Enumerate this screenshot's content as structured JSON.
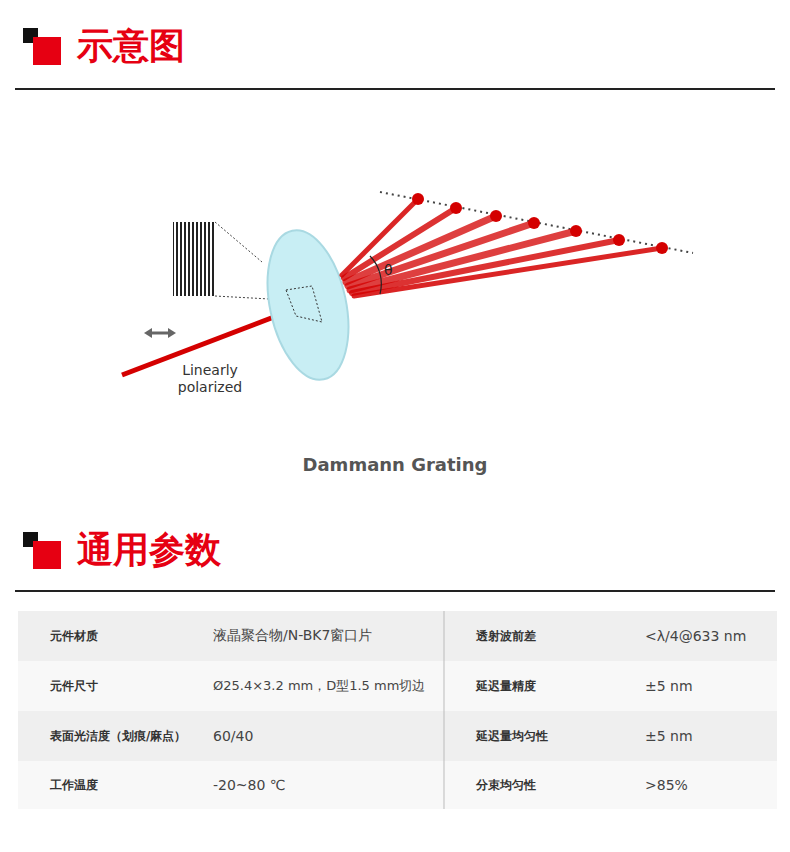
{
  "diagram": {
    "caption": "Dammann Grating",
    "labels": [
      "示意图",
      "Linearly polarized",
      "θ",
      "通用参数",
      "元件材质",
      "液晶聚合物/N-BK7窗口片",
      "透射波前差",
      "<λ/4@633 nm",
      "元件尺寸",
      "Ø25.4×3.2 mm，D型1.5 mm切边",
      "延迟量精度",
      "±5 nm",
      "表面光洁度（划痕/麻点）",
      "60/40",
      "延迟量均匀性",
      "±5 nm",
      "工作温度",
      "-20~80 ℃",
      "分束均匀性",
      ">85%"
    ]
  }
}
